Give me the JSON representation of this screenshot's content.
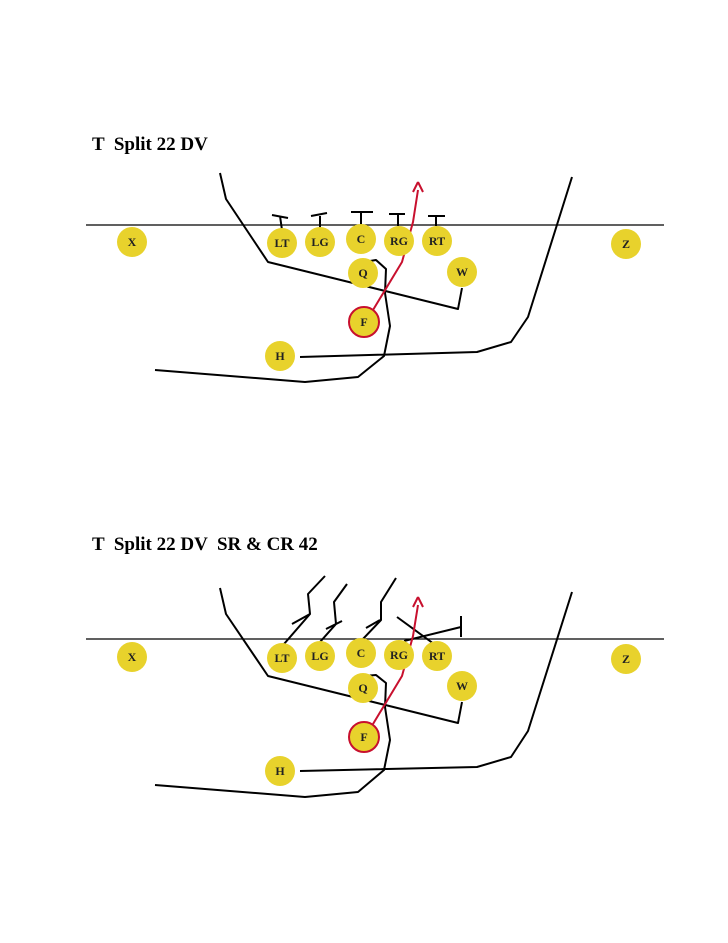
{
  "colors": {
    "player_fill": "#e8d22c",
    "ball_carrier_ring": "#c8102e",
    "route_red": "#c8102e",
    "line": "#000000"
  },
  "plays": [
    {
      "title": "T  Split 22 DV",
      "players": {
        "X": "X",
        "LT": "LT",
        "LG": "LG",
        "C": "C",
        "RG": "RG",
        "RT": "RT",
        "Z": "Z",
        "Q": "Q",
        "W": "W",
        "F": "F",
        "H": "H"
      }
    },
    {
      "title": "T  Split 22 DV  SR & CR 42",
      "players": {
        "X": "X",
        "LT": "LT",
        "LG": "LG",
        "C": "C",
        "RG": "RG",
        "RT": "RT",
        "Z": "Z",
        "Q": "Q",
        "W": "W",
        "F": "F",
        "H": "H"
      }
    }
  ]
}
